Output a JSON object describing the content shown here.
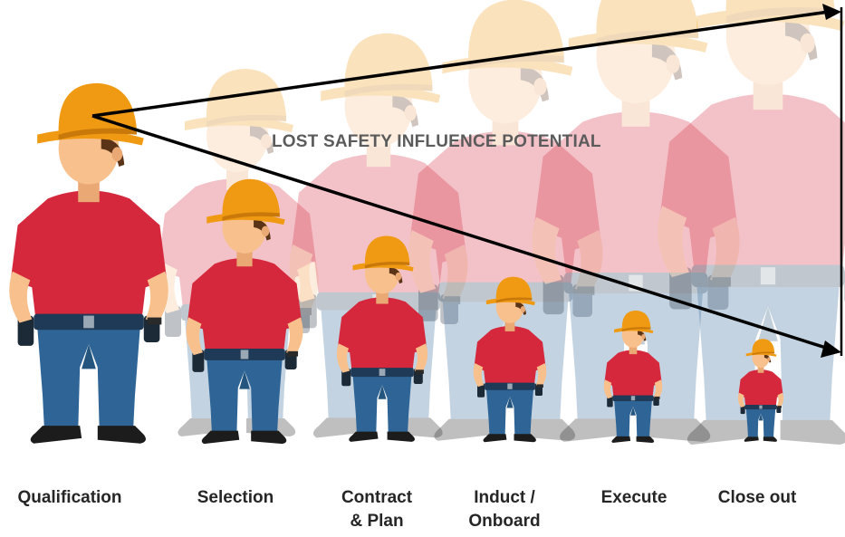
{
  "headline": "LOST SAFETY INFLUENCE POTENTIAL",
  "stages": [
    {
      "label": "Qualification"
    },
    {
      "label": "Selection"
    },
    {
      "label": "Contract\n& Plan"
    },
    {
      "label": "Induct /\nOnboard"
    },
    {
      "label": "Execute"
    },
    {
      "label": "Close out"
    }
  ],
  "colors": {
    "helmet": "#ef9a12",
    "helmet_shadow": "#c9780a",
    "skin": "#f8c08c",
    "hair": "#5b3418",
    "shirt": "#d5283c",
    "jeans": "#2e6596",
    "belt": "#1f3a56",
    "boot": "#1c1c1c",
    "arrow": "#000000",
    "headline": "#5b5b5b"
  },
  "icons": [
    "worker-figure",
    "hard-hat-icon",
    "wedge-arrow"
  ]
}
